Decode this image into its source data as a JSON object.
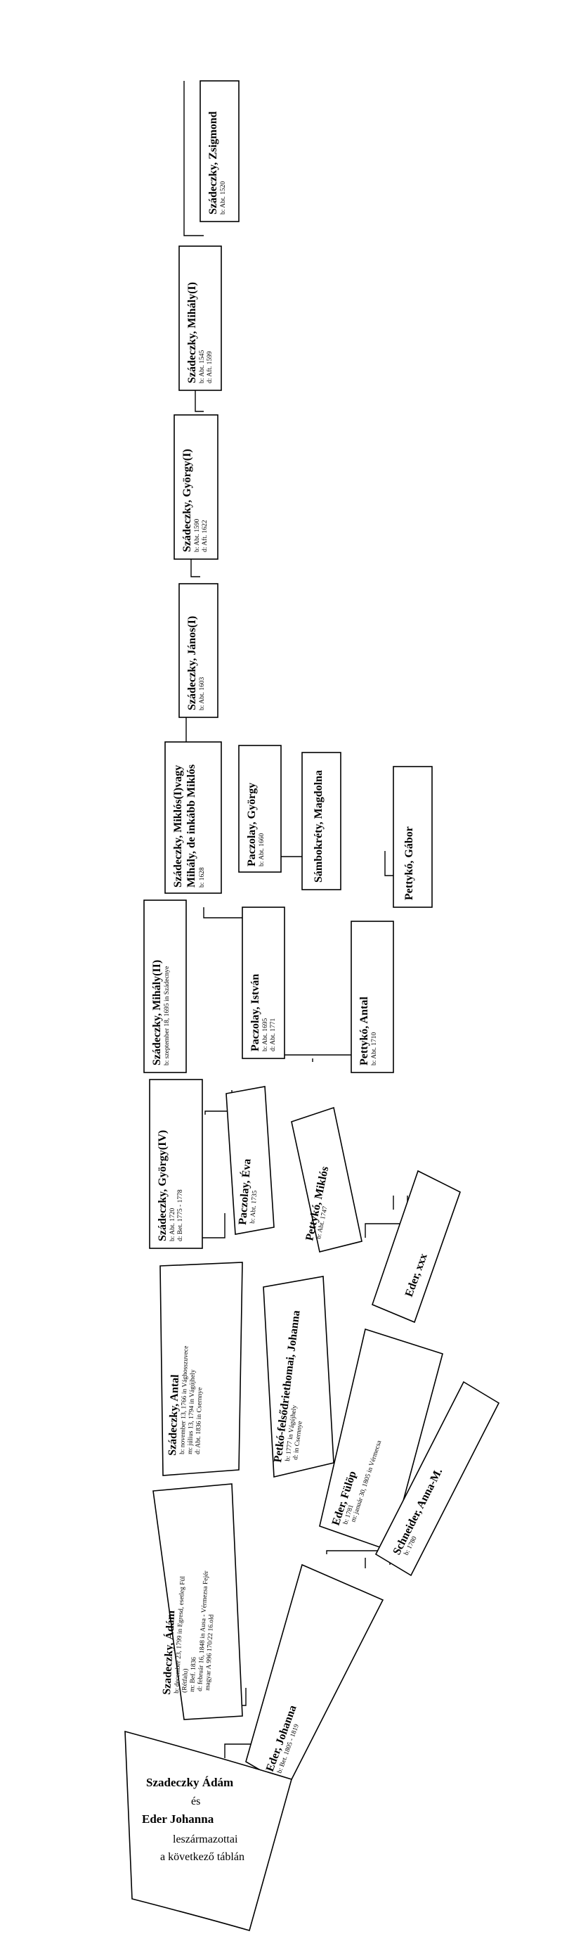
{
  "root": {
    "person1": "Szadeczky Ádám",
    "and": "és",
    "person2": "Eder Johanna",
    "line1": "leszármazottai",
    "line2": "a következő táblán"
  },
  "people": {
    "szadeczky_adam": {
      "name": "Szadeczky, Ádám",
      "details": [
        "b: december 23, 1799 in Egresd, esetleg Fül",
        "(Rétfalu)",
        "m: Bef. 1836",
        "d: február 16, 1848 in Ausa - Vérmezsa Fejér",
        "magyar A 996 170/22 16.old"
      ]
    },
    "eder_johanna": {
      "name": "Eder, Johanna",
      "details": [
        "b: Bet. 1805 - 1819"
      ]
    },
    "szadeczky_antal": {
      "name": "Szádeczky, Antal",
      "details": [
        "b: november 13, 1766 in Vághosszuvece",
        "m: július 13, 1794 in Vágújhely",
        "d: Abt. 1836 in Csernnye"
      ]
    },
    "petko_johanna": {
      "name": "Petkó-felsődriethomai, Johanna",
      "details": [
        "b: 1777 in Vágújhely",
        "d: in Csernnye"
      ]
    },
    "eder_fulop": {
      "name": "Eder, Fülöp",
      "details": [
        "b: 1781",
        "m: január 30, 1805 in Vérmecsa"
      ]
    },
    "schneider_anna": {
      "name": "Schneider, Anna-M.",
      "details": [
        "b: 1780"
      ]
    },
    "szadeczky_gyorgy4": {
      "name": "Szádeczky, György(IV)",
      "details": [
        "b: Abt. 1720",
        "d: Bet. 1775 - 1778"
      ]
    },
    "paczolay_eva": {
      "name": "Paczolay, Éva",
      "details": [
        "b: Abt. 1735"
      ]
    },
    "petyko_miklos": {
      "name": "Pettykó, Miklós",
      "details": [
        "b: Abt. 1747"
      ]
    },
    "eder_xxx": {
      "name": "Eder, xxx",
      "details": []
    },
    "szadeczky_mihaly2": {
      "name": "Szádeczky, Mihály(II)",
      "details": [
        "b: szeptember 18, 1695 in Szádecnye"
      ]
    },
    "paczolay_istvan": {
      "name": "Paczolay, István",
      "details": [
        "b: Abt. 1695",
        "d: Abt. 1771"
      ]
    },
    "petyko_antal": {
      "name": "Pettykó, Antal",
      "details": [
        "b: Abt. 1710"
      ]
    },
    "szadeczky_miklos": {
      "name": "Szádeczky, Miklós(I)vagy",
      "name2": "Mihály, de inkább Miklós",
      "details": [
        "b: 1628"
      ]
    },
    "paczolay_gyorgy": {
      "name": "Paczolay, György",
      "details": [
        "b: Abt. 1660"
      ]
    },
    "sambokrety": {
      "name": "Sámbokréty, Magdolna",
      "details": []
    },
    "petyko_gabor": {
      "name": "Pettykó, Gábor",
      "details": []
    },
    "szadeczky_janos": {
      "name": "Szádeczky, János(I)",
      "details": [
        "b: Abt. 1603"
      ]
    },
    "szadeczky_gyorgy1": {
      "name": "Szádeczky, György(I)",
      "details": [
        "b: Abt. 1590",
        "d: Aft. 1622"
      ]
    },
    "szadeczky_mihaly1": {
      "name": "Szádeczky, Mihály(I)",
      "details": [
        "b: Abt. 1545",
        "d: Aft. 1599"
      ]
    },
    "szadeczky_zsigmond": {
      "name": "Szádeczky, Zsigmond",
      "details": [
        "b: Abt. 1520"
      ]
    }
  }
}
